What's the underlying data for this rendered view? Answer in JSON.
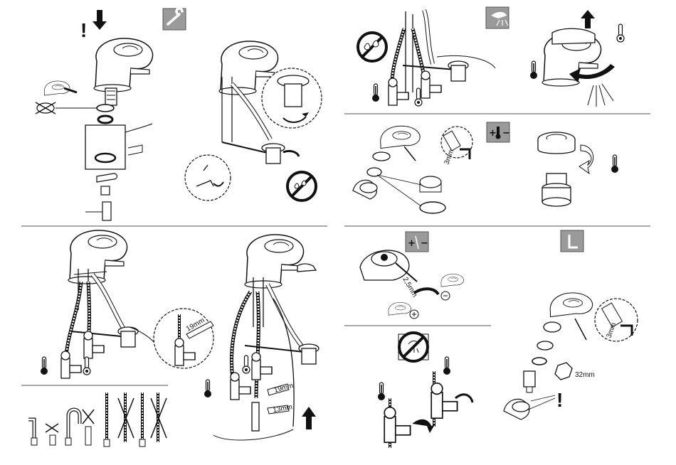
{
  "labels": {
    "wrench_19": "19mm",
    "wrench_19b": "19mm",
    "wrench_13": "13mm",
    "hex_3_a": "3mm",
    "hex_3_b": "3mm",
    "hex_2_5": "2,5mm",
    "nut_32": "32mm",
    "plus_sign": "+",
    "minus_sign": "−",
    "exclamation": "!"
  },
  "icons": {
    "tools_badge": "wrench-icon",
    "hex_badge": "allen-key-icon",
    "spray_badge": "spray-head-icon",
    "temp_badge": "hot-cold-temperature-icon",
    "flow_badge": "flow-limit-icon"
  },
  "colors": {
    "line": "#111111",
    "badge": "#9a9a9a",
    "divider": "#a8a8a8",
    "fill": "#ffffff"
  }
}
